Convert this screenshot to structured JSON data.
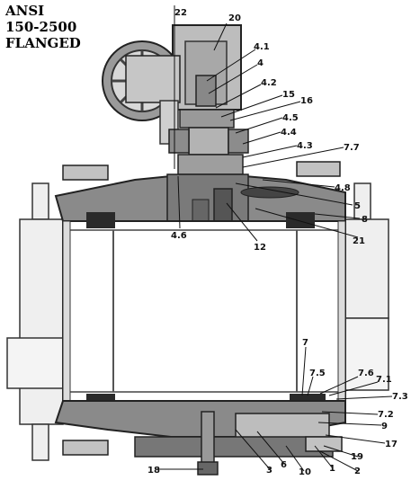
{
  "title_lines": [
    "ANSI",
    "150-2500",
    "FLANGED"
  ],
  "callouts": [
    "22",
    "20",
    "4.1",
    "4",
    "4.2",
    "15",
    "16",
    "4.5",
    "4.4",
    "4.3",
    "7.7",
    "4.8",
    "5",
    "8",
    "21",
    "12",
    "4.6",
    "7",
    "7.5",
    "7.6",
    "7.1",
    "7.3",
    "7.2",
    "9",
    "17",
    "19",
    "2",
    "1",
    "10",
    "6",
    "3",
    "18"
  ]
}
